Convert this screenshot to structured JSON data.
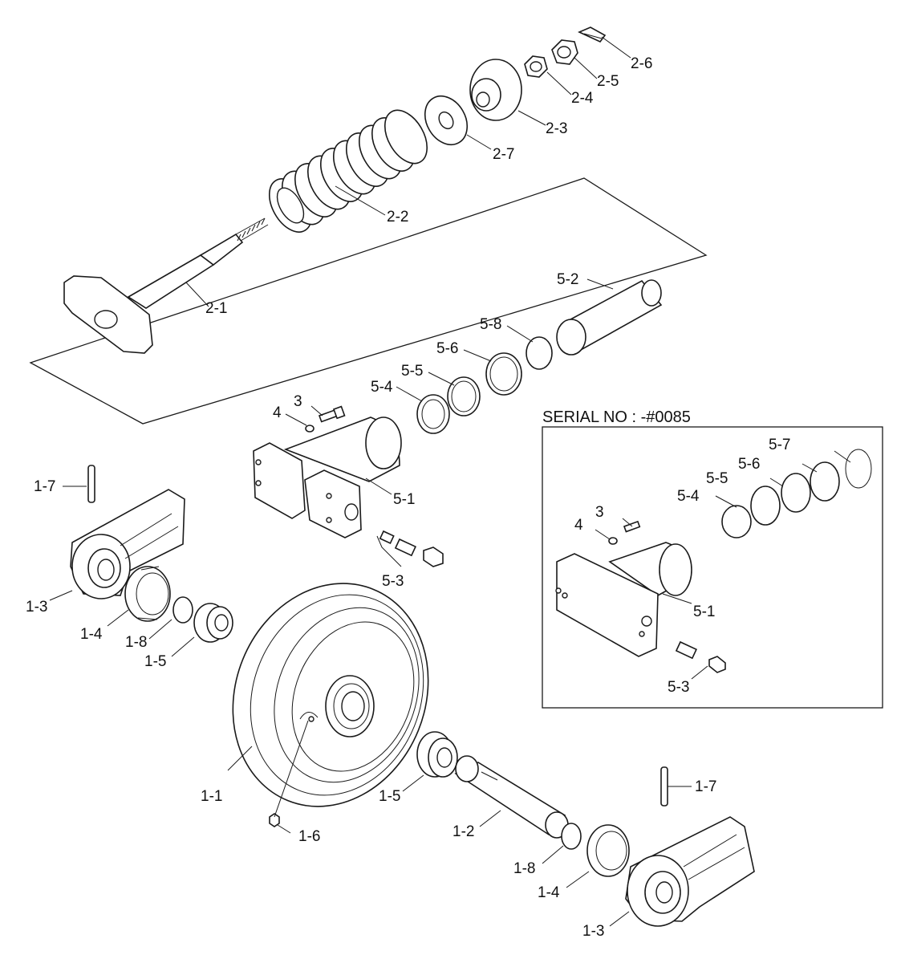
{
  "inset": {
    "title": "SERIAL NO : -#0085"
  },
  "labels": {
    "p2_6": "2-6",
    "p2_5": "2-5",
    "p2_4": "2-4",
    "p2_3": "2-3",
    "p2_7": "2-7",
    "p2_2": "2-2",
    "p2_1": "2-1",
    "p5_2": "5-2",
    "p5_8": "5-8",
    "p5_6": "5-6",
    "p5_5": "5-5",
    "p5_4": "5-4",
    "p3": "3",
    "p4": "4",
    "p5_1": "5-1",
    "p5_3": "5-3",
    "p1_7a": "1-7",
    "p1_3a": "1-3",
    "p1_4a": "1-4",
    "p1_8a": "1-8",
    "p1_5a": "1-5",
    "p1_1": "1-1",
    "p1_6": "1-6",
    "p1_5b": "1-5",
    "p1_2": "1-2",
    "p1_7b": "1-7",
    "p1_8b": "1-8",
    "p1_4b": "1-4",
    "p1_3b": "1-3",
    "i5_7": "5-7",
    "i5_6": "5-6",
    "i5_5": "5-5",
    "i5_4": "5-4",
    "i3": "3",
    "i4": "4",
    "i5_1": "5-1",
    "i5_3": "5-3"
  }
}
